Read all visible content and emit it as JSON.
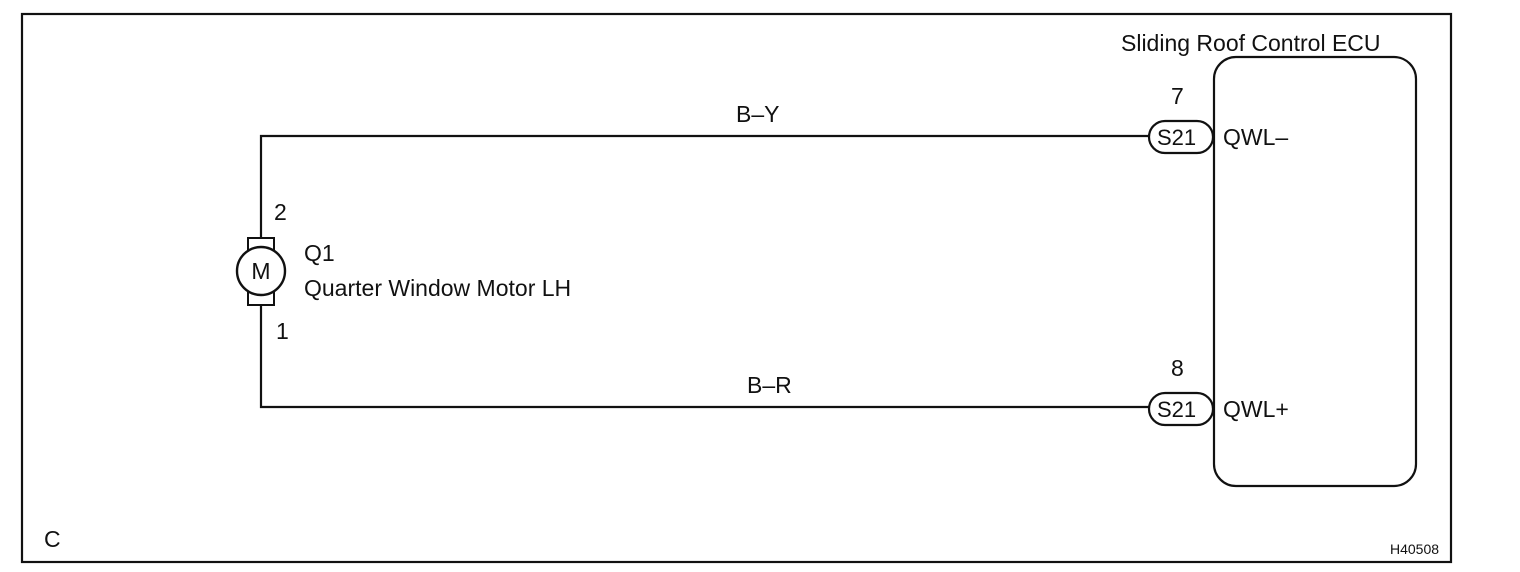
{
  "diagram": {
    "section_letter": "C",
    "figure_code": "H40508",
    "ecu": {
      "name": "Sliding Roof Control ECU"
    },
    "motor": {
      "symbol": "M",
      "code": "Q1",
      "name": "Quarter Window Motor LH",
      "pin_top": "2",
      "pin_bottom": "1"
    },
    "wires": [
      {
        "color_code": "B–Y",
        "connector": "S21",
        "pin": "7",
        "terminal": "QWL–"
      },
      {
        "color_code": "B–R",
        "connector": "S21",
        "pin": "8",
        "terminal": "QWL+"
      }
    ]
  }
}
